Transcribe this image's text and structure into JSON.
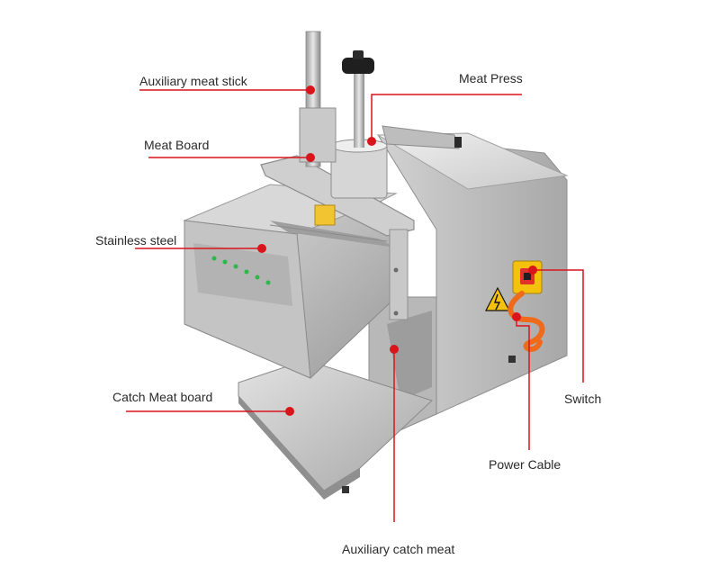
{
  "labels": {
    "aux_meat_stick": "Auxiliary meat stick",
    "meat_press": "Meat Press",
    "meat_board": "Meat Board",
    "stainless_steel": "Stainless steel",
    "catch_meat_board": "Catch Meat board",
    "switch": "Switch",
    "power_cable": "Power  Cable",
    "aux_catch_meat": "Auxiliary catch meat"
  },
  "colors": {
    "callout": "#d9141b",
    "text": "#2a2a2a",
    "steel_light": "#e6e6e6",
    "steel_mid": "#b9b9b9",
    "steel_dark": "#8d8d8d",
    "switch_yellow": "#f4c20d",
    "switch_red": "#e0322a",
    "cable_orange": "#ef6a1a"
  }
}
